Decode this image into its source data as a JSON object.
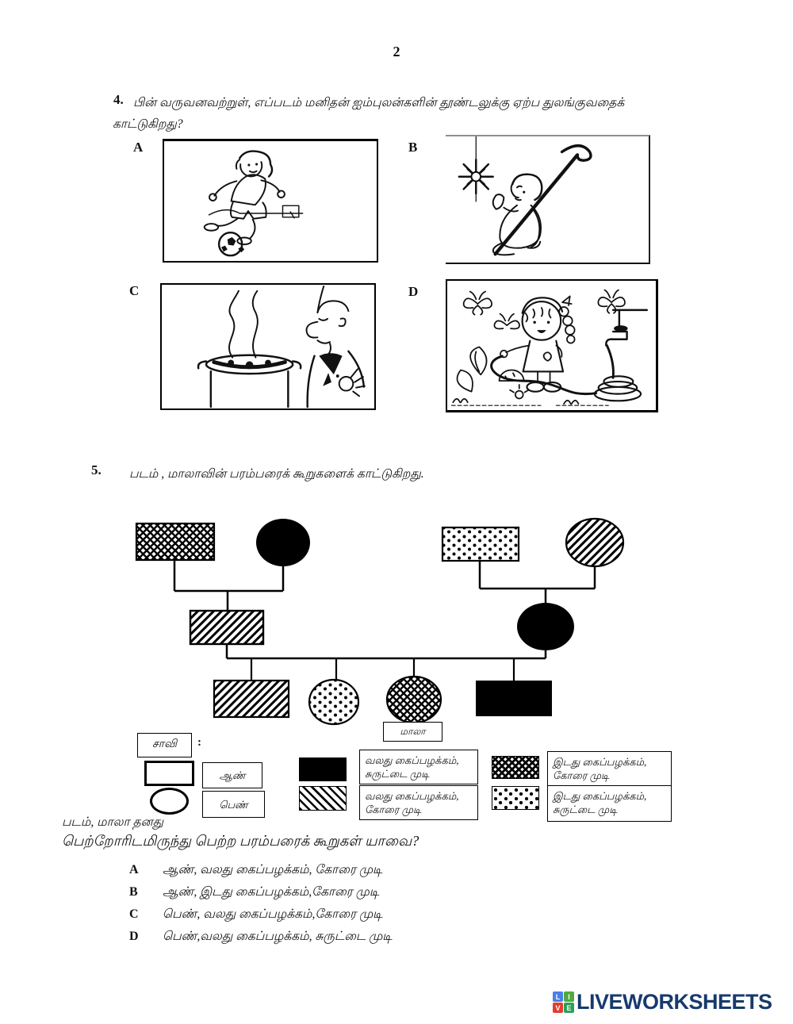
{
  "page": {
    "number": "2"
  },
  "q4": {
    "number": "4.",
    "line1": "பின் வருவனவற்றுள், எப்படம் மனிதன் ஐம்புலன்களின் தூண்டலுக்கு ஏற்ப துலங்குவதைக்",
    "line2": "காட்டுகிறது?",
    "options": [
      {
        "label": "A",
        "image": "boy-kicking-football"
      },
      {
        "label": "B",
        "image": "child-praying-with-star-and-crook"
      },
      {
        "label": "C",
        "image": "chef-smelling-steaming-pot"
      },
      {
        "label": "D",
        "image": "girl-watering-garden-with-hose"
      }
    ]
  },
  "q5": {
    "number": "5.",
    "intro": "படம் , மாலாவின் பரம்பரைக் கூறுகளைக் காட்டுகிறது.",
    "pedigree": {
      "mala_label": "மாலா",
      "members": {
        "gen1_left_father": "crosshatch-rectangle",
        "gen1_left_mother": "solid-black-ellipse",
        "gen1_right_father": "dotted-rectangle",
        "gen1_right_mother": "diagonal-hatch-ellipse",
        "gen2_father": "diagonal-hatch-rectangle",
        "gen2_mother": "solid-black-ellipse",
        "child1": "diagonal-hatch-rectangle",
        "child2": "dotted-ellipse",
        "child3_mala": "crosshatch-ellipse",
        "child4": "solid-black-rectangle"
      }
    },
    "legend": {
      "title": "சாவி",
      "colon": ":",
      "items": [
        {
          "swatch": "empty-rectangle",
          "label": "ஆண்"
        },
        {
          "swatch": "empty-ellipse",
          "label": "பெண்"
        },
        {
          "swatch": "solid-black",
          "label": "வலது கைப்பழக்கம், சுருட்டை முடி"
        },
        {
          "swatch": "diagonal-hatch",
          "label": "வலது கைப்பழக்கம், கோரை முடி"
        },
        {
          "swatch": "crosshatch",
          "label": "இடது கைப்பழக்கம், கோரை முடி"
        },
        {
          "swatch": "dotted",
          "label": "இடது கைப்பழக்கம், சுருட்டை முடி"
        }
      ]
    },
    "question_line1": "படம்,  மாலா தனது",
    "question_line2": "பெற்றோரிடமிருந்து பெற்ற பரம்பரைக் கூறுகள் யாவை?",
    "answers": [
      {
        "label": "A",
        "text": "ஆண், வலது கைப்பழக்கம், கோரை முடி"
      },
      {
        "label": "B",
        "text": "ஆண், இடது கைப்பழக்கம்,கோரை முடி"
      },
      {
        "label": "C",
        "text": "பெண், வலது கைப்பழக்கம்,கோரை முடி"
      },
      {
        "label": "D",
        "text": "பெண்,வலது கைப்பழக்கம், சுருட்டை முடி"
      }
    ]
  },
  "footer": {
    "logo_text": "LIVEWORKSHEETS",
    "logo_letters": [
      "L",
      "I",
      "V",
      "E"
    ],
    "logo_colors": {
      "l": "#4a7fe8",
      "i": "#52a93f",
      "v": "#e23d2e",
      "e": "#2aa05a",
      "text": "#173a6d"
    }
  }
}
